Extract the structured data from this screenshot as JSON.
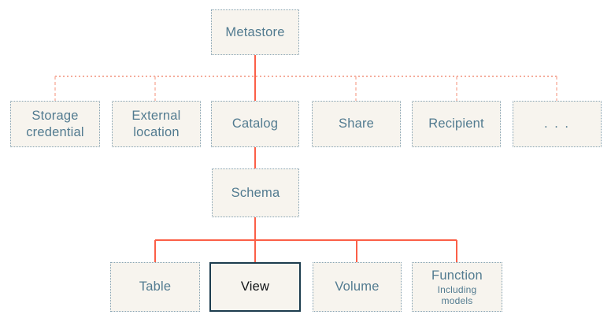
{
  "nodes": {
    "metastore": {
      "label": "Metastore"
    },
    "storage_credential": {
      "label": "Storage credential"
    },
    "external_location": {
      "label": "External location"
    },
    "catalog": {
      "label": "Catalog"
    },
    "share": {
      "label": "Share"
    },
    "recipient": {
      "label": "Recipient"
    },
    "more": {
      "label": ". . ."
    },
    "schema": {
      "label": "Schema"
    },
    "table": {
      "label": "Table"
    },
    "view": {
      "label": "View"
    },
    "volume": {
      "label": "Volume"
    },
    "function": {
      "label": "Function",
      "sublabel": "Including models"
    }
  },
  "highlighted_node": "View",
  "edges": [
    {
      "from": "Metastore",
      "to": "Storage credential",
      "style": "dashed"
    },
    {
      "from": "Metastore",
      "to": "External location",
      "style": "dashed"
    },
    {
      "from": "Metastore",
      "to": "Catalog",
      "style": "solid"
    },
    {
      "from": "Metastore",
      "to": "Share",
      "style": "dashed"
    },
    {
      "from": "Metastore",
      "to": "Recipient",
      "style": "dashed"
    },
    {
      "from": "Metastore",
      "to": "...",
      "style": "dashed"
    },
    {
      "from": "Catalog",
      "to": "Schema",
      "style": "solid"
    },
    {
      "from": "Schema",
      "to": "Table",
      "style": "solid"
    },
    {
      "from": "Schema",
      "to": "View",
      "style": "solid"
    },
    {
      "from": "Schema",
      "to": "Volume",
      "style": "solid"
    },
    {
      "from": "Schema",
      "to": "Function",
      "style": "solid"
    }
  ],
  "colors": {
    "connector_solid": "#FB5F47",
    "connector_dotted": "#F1907A",
    "connector_dashed": "#F8B5A5",
    "box_border": "#85A2B2",
    "box_background": "#F7F4EE",
    "box_text": "#527B90",
    "highlight_border": "#1C3C4E",
    "highlight_text": "#101316",
    "page_background": "#FFFFFF"
  }
}
